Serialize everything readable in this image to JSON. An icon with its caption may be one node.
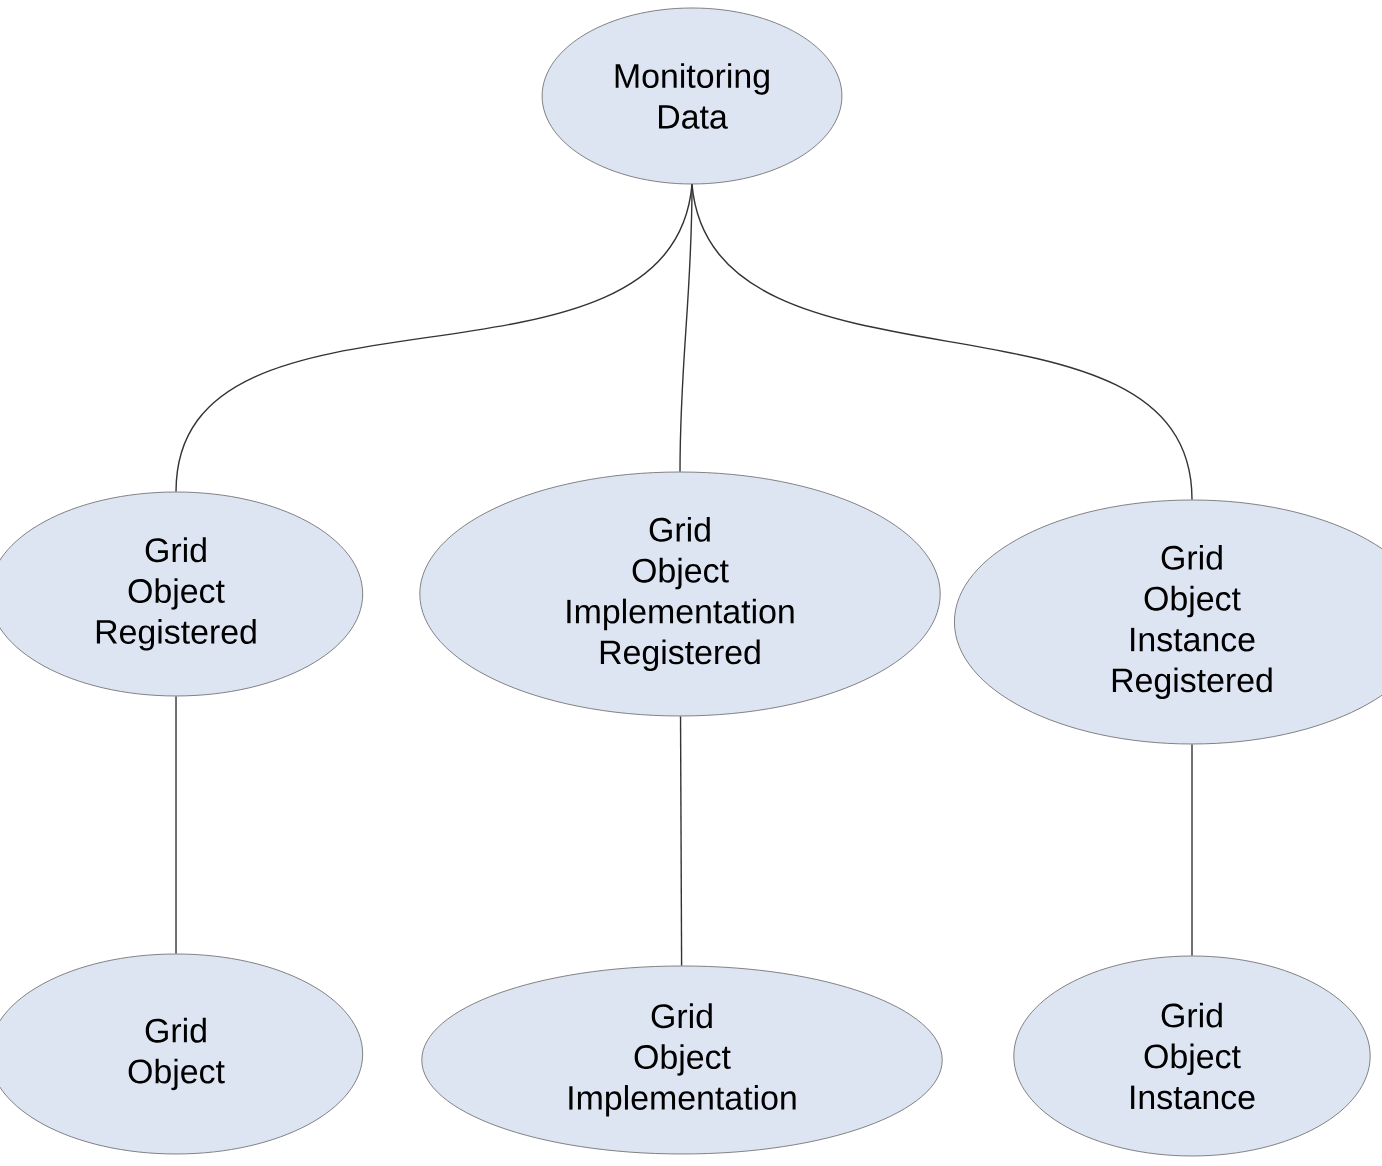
{
  "diagram": {
    "nodes": [
      {
        "text": [
          "Monitoring Data"
        ]
      },
      {
        "text": [
          "Grid Object Registered"
        ]
      },
      {
        "text": [
          "Grid Object Implementation Registered"
        ]
      },
      {
        "text": [
          "Grid Object Instance Registered"
        ]
      },
      {
        "text": [
          "Grid Object"
        ]
      },
      {
        "text": [
          "Grid Object Implementation"
        ]
      },
      {
        "text": [
          "Grid Object Instance"
        ]
      }
    ],
    "edges": [
      {
        "from": 0,
        "to": 1,
        "arrow": "none"
      },
      {
        "from": 0,
        "to": 2,
        "arrow": "none"
      },
      {
        "from": 0,
        "to": 3,
        "arrow": "none"
      },
      {
        "from": 1,
        "to": 4,
        "arrow": "none"
      },
      {
        "from": 2,
        "to": 5,
        "arrow": "none"
      },
      {
        "from": 3,
        "to": 6,
        "arrow": "none"
      }
    ]
  }
}
